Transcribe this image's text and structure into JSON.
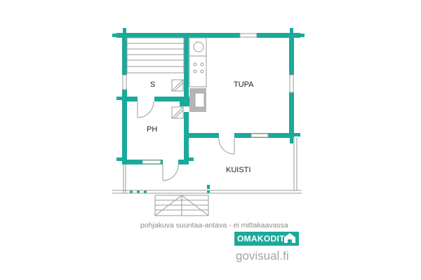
{
  "floor_plan": {
    "rooms": {
      "sauna": "S",
      "living": "TUPA",
      "washroom": "PH",
      "porch": "KUISTI"
    }
  },
  "caption": "pohjakuva suuntaa-antava - ei mittakaavassa",
  "logo": {
    "text": "OMAKODIT"
  },
  "website": "govisual.fi",
  "colors": {
    "wall": "#1aa99a",
    "line": "#9a9a9a",
    "stove": "#b5b5b5",
    "logo_bg": "#1aa99a"
  }
}
